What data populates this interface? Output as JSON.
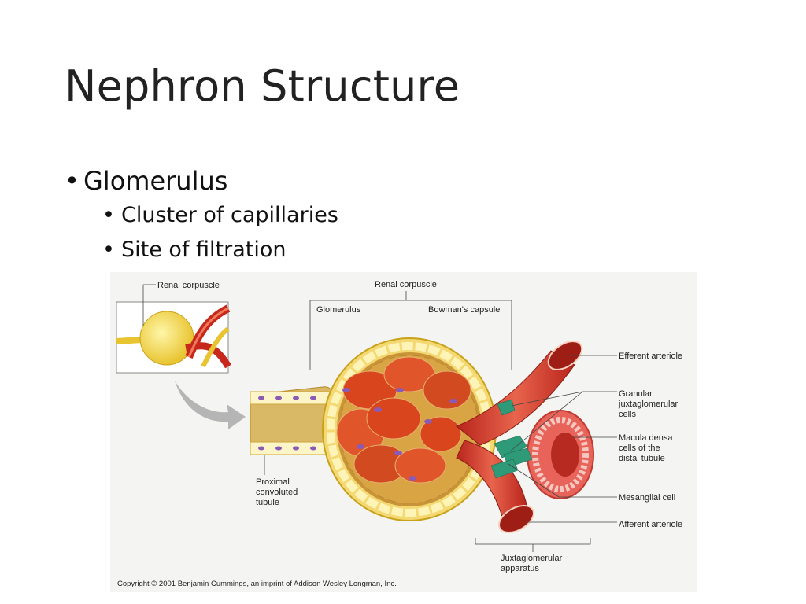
{
  "slide": {
    "title": "Nephron Structure",
    "bullets": [
      {
        "text": "Glomerulus",
        "level": 1
      },
      {
        "text": "Cluster of capillaries",
        "level": 2
      },
      {
        "text": "Site of filtration",
        "level": 2
      }
    ]
  },
  "figure": {
    "labels": {
      "renal_corpuscle_inset": "Renal corpuscle",
      "renal_corpuscle_top": "Renal corpuscle",
      "glomerulus": "Glomerulus",
      "bowmans_capsule": "Bowman's capsule",
      "efferent_arteriole": "Efferent arteriole",
      "granular_1": "Granular",
      "granular_2": "juxtaglomerular",
      "granular_3": "cells",
      "macula_1": "Macula densa",
      "macula_2": "cells of the",
      "macula_3": "distal tubule",
      "mesanglial": "Mesanglial cell",
      "afferent_arteriole": "Afferent arteriole",
      "proximal_1": "Proximal",
      "proximal_2": "convoluted",
      "proximal_3": "tubule",
      "jga_1": "Juxtaglomerular",
      "jga_2": "apparatus"
    },
    "copyright": "Copyright © 2001 Benjamin Cummings, an imprint of Addison Wesley Longman, Inc."
  }
}
